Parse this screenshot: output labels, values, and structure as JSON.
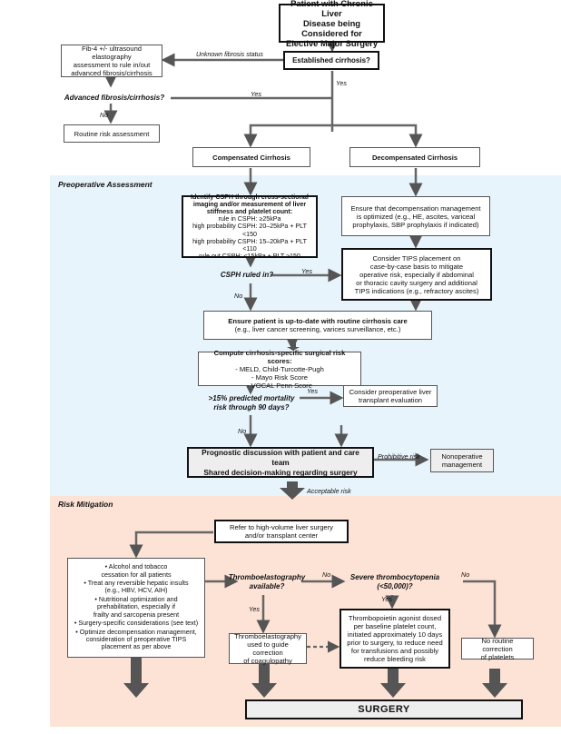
{
  "start": [
    "Patient with Chronic Liver",
    "Disease being Considered for",
    "Elective Major Surgery"
  ],
  "established_q": "Established cirrhosis?",
  "unknown_status": "Unknown fibrosis status",
  "fib4": [
    "Fib-4 +/- ultrasound elastography",
    "assessment to rule in/out",
    "advanced fibrosis/cirrhosis"
  ],
  "advanced_q": "Advanced fibrosis/cirrhosis?",
  "yes": "Yes",
  "no": "No",
  "routine": "Routine risk assessment",
  "compensated": "Compensated Cirrhosis",
  "decompensated": "Decompensated Cirrhosis",
  "section_preop": "Preoperative Assessment",
  "csph": {
    "title": [
      "Identify CSPH through cross-sectional",
      "imaging and/or measurement of liver",
      "stiffness and platelet count:"
    ],
    "lines": [
      "rule in CSPH: ≥25kPa",
      "high probability CSPH: 20–25kPa + PLT <150",
      "high probability CSPH: 15–20kPa + PLT <110",
      "rule out CSPH: <15kPa + PLT ≥150"
    ]
  },
  "decomp_mgmt": [
    "Ensure that decompensation management",
    "is optimized (e.g., HE, ascites, variceal",
    "prophylaxis, SBP prophylaxis if indicated)"
  ],
  "csph_q": "CSPH ruled in?",
  "tips": [
    "Consider TIPS placement on",
    "case-by-case basis to mitigate",
    "operative risk, especially if abdominal",
    "or thoracic cavity surgery and additional",
    "TIPS indications (e.g., refractory ascites)"
  ],
  "uptodate": {
    "title": "Ensure patient is up-to-date with routine cirrhosis care",
    "sub": "(e.g., liver cancer screening, varices surveillance, etc.)"
  },
  "scores": {
    "title": "Compute cirrhosis-specific surgical risk scores:",
    "items": [
      "- MELD, Child-Turcotte-Pugh",
      "- Mayo Risk Score",
      "- VOCAL Penn Score"
    ]
  },
  "mortality_q": [
    ">15% predicted mortality",
    "risk through 90 days?"
  ],
  "transplant_eval": [
    "Consider preoperative liver",
    "transplant evaluation"
  ],
  "prognostic": [
    "Prognostic discussion with patient and care team",
    "Shared decision-making regarding surgery"
  ],
  "prohibitive": "Prohibitive risk",
  "nonoperative": [
    "Nonoperative",
    "management"
  ],
  "acceptable": "Acceptable risk",
  "section_risk": "Risk Mitigation",
  "refer": [
    "Refer to high-volume liver surgery",
    "and/or transplant center"
  ],
  "bullets": [
    [
      "• Alcohol and tobacco",
      "cessation for all patients"
    ],
    [
      "• Treat any reversible hepatic insults",
      "(e.g., HBV, HCV, AIH)"
    ],
    [
      "• Nutritional optimization and",
      "prehabilitation, especially if",
      "frailty and sarcopenia present"
    ],
    [
      "• Surgery-specific considerations (see text)"
    ],
    [
      "• Optimize decompensation management,",
      "consideration of preoperative TIPS",
      "placement as per above"
    ]
  ],
  "teg_q": [
    "Thromboelastography",
    "available?"
  ],
  "thrombo_q": [
    "Severe thrombocytopenia",
    "(<50,000)?"
  ],
  "teg_box": [
    "Thromboelastography",
    "used to guide correction",
    "of coagulopathy"
  ],
  "tpo_box": [
    "Thrombopoietin agonist dosed",
    "per baseline platelet count,",
    "initiated approximately 10 days",
    "prior to surgery, to reduce need",
    "for transfusions and possibly",
    "reduce bleeding risk"
  ],
  "no_correction": [
    "No routine correction",
    "of platelets"
  ],
  "surgery": "SURGERY",
  "colors": {
    "preop_bg": "#e8f4fb",
    "risk_bg": "#fde3d6",
    "arrow": "#555555"
  }
}
